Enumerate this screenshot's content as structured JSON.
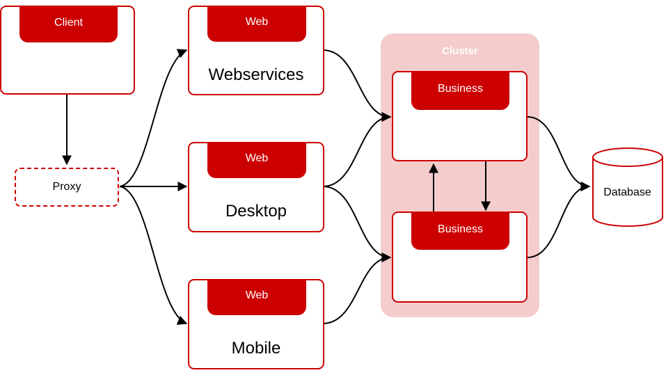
{
  "diagram": {
    "client": {
      "tab": "Client"
    },
    "proxy": {
      "label": "Proxy"
    },
    "web_nodes": [
      {
        "tab": "Web",
        "label": "Webservices"
      },
      {
        "tab": "Web",
        "label": "Desktop"
      },
      {
        "tab": "Web",
        "label": "Mobile"
      }
    ],
    "cluster": {
      "label": "Cluster",
      "business_nodes": [
        {
          "tab": "Business"
        },
        {
          "tab": "Business"
        }
      ]
    },
    "database": {
      "label": "Database"
    }
  },
  "colors": {
    "accent": "#cc0000",
    "cluster_fill": "#f4cccc",
    "edge": "#000000",
    "background": "#ffffff"
  }
}
